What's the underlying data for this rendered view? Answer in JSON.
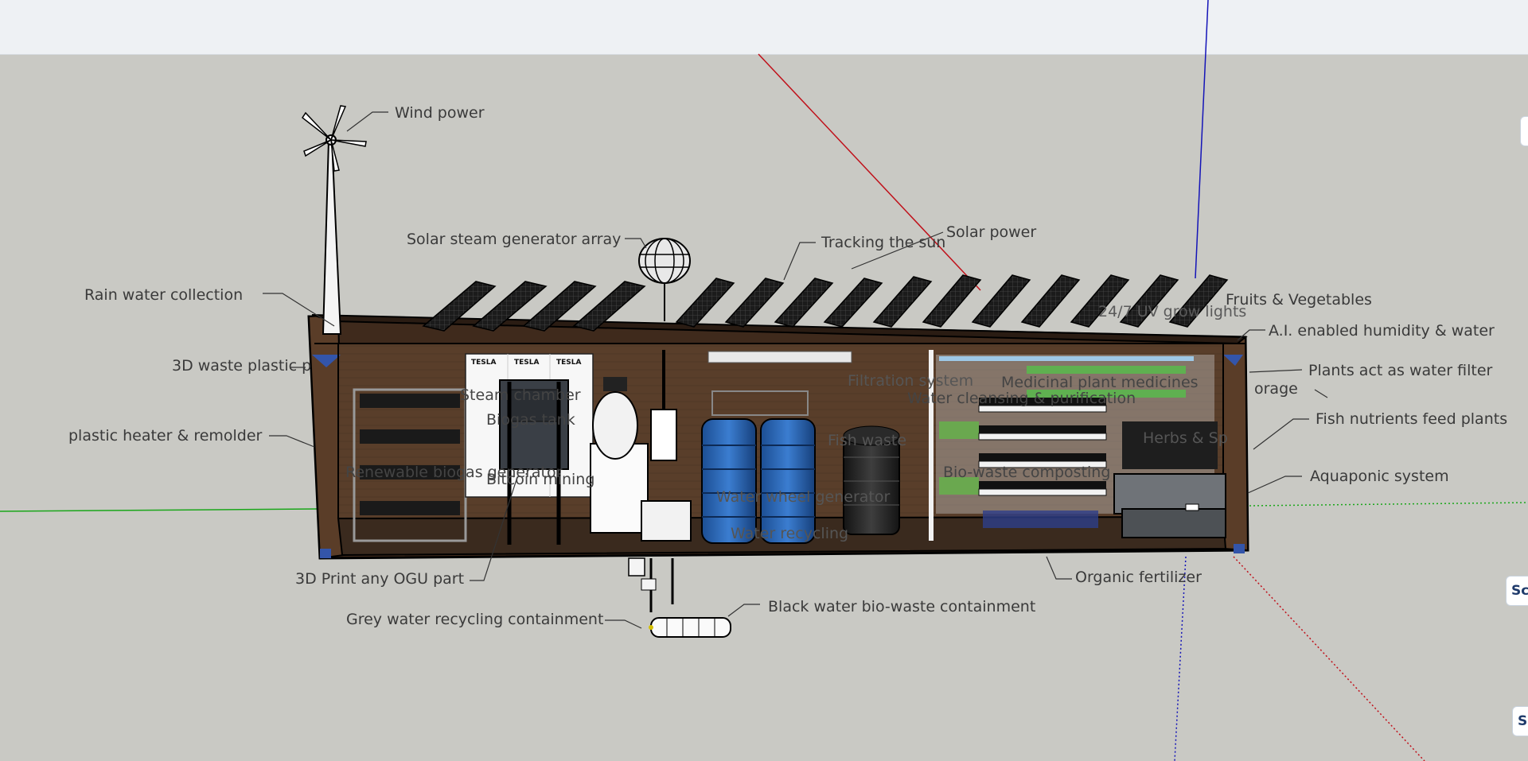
{
  "viewport": {
    "background": "#c9c9c4",
    "topbar_color": "#eef1f4",
    "axis_colors": {
      "red": "#c0101a",
      "green": "#1aa61a",
      "blue": "#1414b8"
    }
  },
  "labels": {
    "wind_power": "Wind power",
    "solar_steam_generator_array": "Solar steam generator array",
    "tracking_the_sun": "Tracking the sun",
    "solar_power": "Solar power",
    "rain_water_collection": "Rain water collection",
    "waste_plastic": "3D waste plastic p",
    "plastic_heater_remolder": "plastic heater & remolder",
    "fruits_vegetables": "Fruits & Vegetables",
    "uv_grow_lights": "24/7 UV grow lights",
    "ai_humidity_water": "A.I. enabled humidity & water",
    "plants_water_filter": "Plants act as water filter",
    "storage": "orage",
    "fish_nutrients": "Fish nutrients feed plants",
    "herbs": "Herbs & Sp",
    "aquaponic_system": "Aquaponic system",
    "medicinal_plant": "Medicinal plant medicines",
    "water_cleansing": "Water cleansing & purification",
    "filtration_system": "Filtration system",
    "steam_chamber": "Steam chamber",
    "biogas_tank": "Biogas tank",
    "renewable_biogas": "Renewable biogas generator",
    "bitcoin_mining": "Bitcoin mining",
    "water_wheel_generator": "Water wheel generator",
    "water_recycling": "Water recycling",
    "bio_waste_composting": "Bio-waste composting",
    "fish_waste": "Fish waste",
    "print_ogu_part": "3D Print any OGU part",
    "grey_water": "Grey water recycling containment",
    "black_water": "Black water bio-waste containment",
    "organic_fertilizer": "Organic fertilizer"
  },
  "battery_brand": "TESLA",
  "edge_tabs": [
    "Sc",
    "S"
  ]
}
